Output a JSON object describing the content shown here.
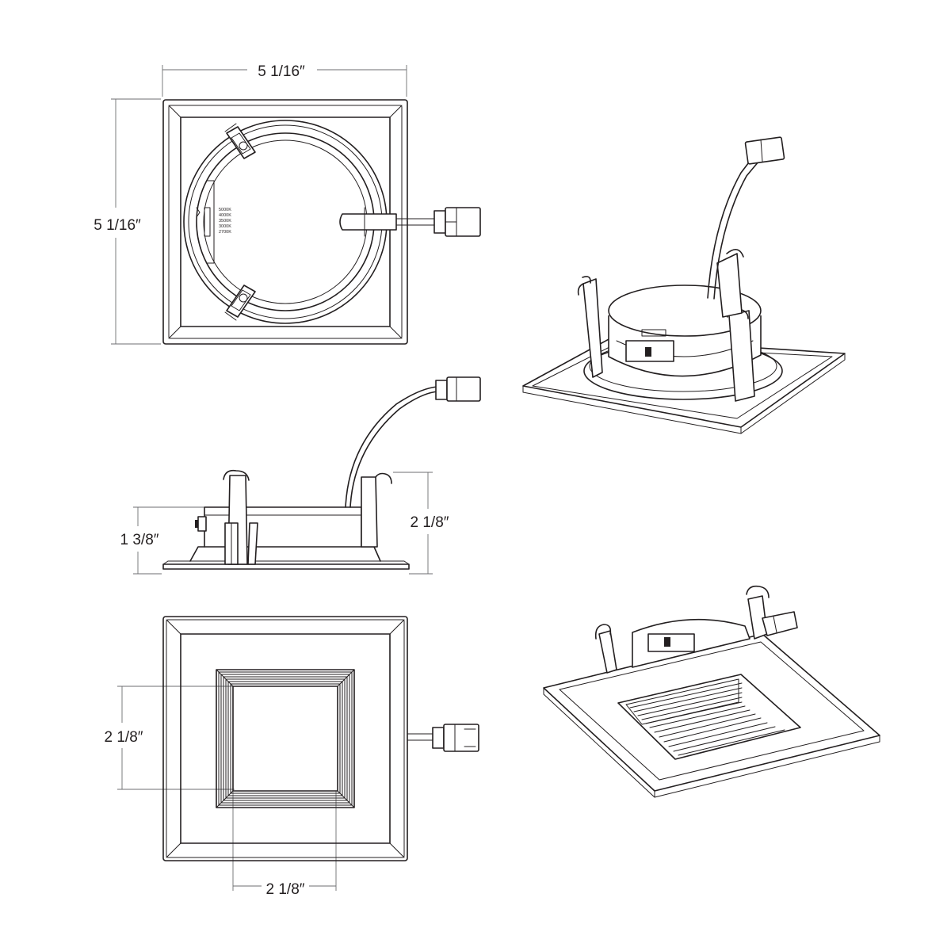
{
  "dimensions": {
    "top_width": "5 1/16″",
    "top_height": "5 1/16″",
    "side_height_total": "2 1/8″",
    "side_height_body": "1 3/8″",
    "aperture_height": "2 1/8″",
    "aperture_width": "2 1/8″"
  },
  "cct_switch": {
    "options": [
      "5000K",
      "4000K",
      "3500K",
      "3000K",
      "2700K"
    ]
  }
}
